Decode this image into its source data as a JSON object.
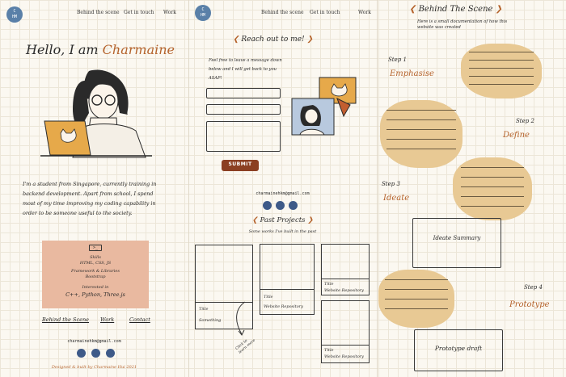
{
  "logo": {
    "text": "C\nHM"
  },
  "nav": {
    "item1": "Behind the scene",
    "item2": "Get in touch",
    "item3": "Work"
  },
  "hero": {
    "greeting": "Hello, I am",
    "name": "Charmaine",
    "bio": "I'm a student from Singapore, currently training in backend development. Apart from school, I spend most of my time improving my coding capability in order to be someone useful to the society."
  },
  "skills": {
    "title": "Skills",
    "list": "HTML, CSS, JS",
    "frameworks": "Framework & Libraries",
    "frameworks_val": "Bootstrap",
    "interested": "Interested in",
    "interested_val": "C++, Python, Three.js"
  },
  "footer_links": {
    "behind": "Behind the Scene",
    "work": "Work",
    "contact": "Contact"
  },
  "email": "charmainehkm@gmail.com",
  "copyright": "Designed & built by Charmaine Hui 2021",
  "contact": {
    "title": "Reach out to me!",
    "text": "Feel free to leave a message down below and I will get back to you ASAP!",
    "submit": "SUBMIT"
  },
  "past_projects": {
    "title": "Past Projects",
    "subtitle": "Some works I've built in the past",
    "card_title": "Title",
    "card_sub": "Website Repository",
    "card_sub_short": "Something",
    "arrow_note": "Click to learn more"
  },
  "behind": {
    "title": "Behind The Scene",
    "subtitle": "Here is a small documentation of how this website was created",
    "steps": [
      {
        "step": "Step 1",
        "name": "Emphasise"
      },
      {
        "step": "Step 2",
        "name": "Define"
      },
      {
        "step": "Step 3",
        "name": "Ideate"
      },
      {
        "step": "Step 4",
        "name": "Prototype"
      }
    ],
    "ideate_box": "Ideate Summary",
    "prototype_box": "Prototype draft"
  },
  "colors": {
    "accent": "#b5632c",
    "button": "#8b3f22",
    "blue": "#3e5a88",
    "skills_bg": "#e9b9a0",
    "blob": "#e8c994"
  }
}
